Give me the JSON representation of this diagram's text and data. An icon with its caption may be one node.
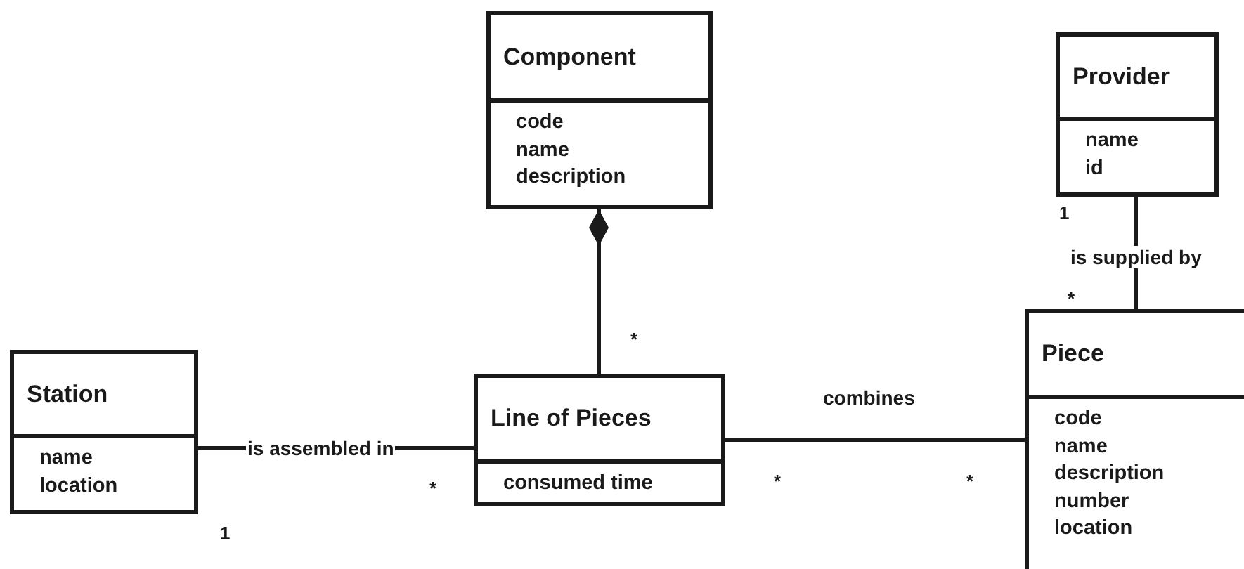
{
  "diagram": {
    "nodes": [
      {
        "text": [
          "Component",
          "code",
          "name",
          "description"
        ]
      },
      {
        "text": [
          "Provider",
          "name",
          "id"
        ]
      },
      {
        "text": [
          "Station",
          "name",
          "location"
        ]
      },
      {
        "text": [
          "Line of Pieces",
          "consumed time"
        ]
      },
      {
        "text": [
          "Piece",
          "code",
          "name",
          "description",
          "number",
          "location"
        ]
      }
    ],
    "edges": [
      {
        "from": 3,
        "to": 0,
        "arrow": "other"
      },
      {
        "from": 2,
        "to": 3,
        "arrow": "none",
        "label": "is assembled in"
      },
      {
        "from": 3,
        "to": 4,
        "arrow": "none",
        "label": "combines"
      },
      {
        "from": 1,
        "to": 4,
        "arrow": "none",
        "label": "is supplied by"
      }
    ],
    "labels": [
      "1",
      "*",
      "*",
      "*",
      "*",
      "*",
      "1"
    ]
  }
}
